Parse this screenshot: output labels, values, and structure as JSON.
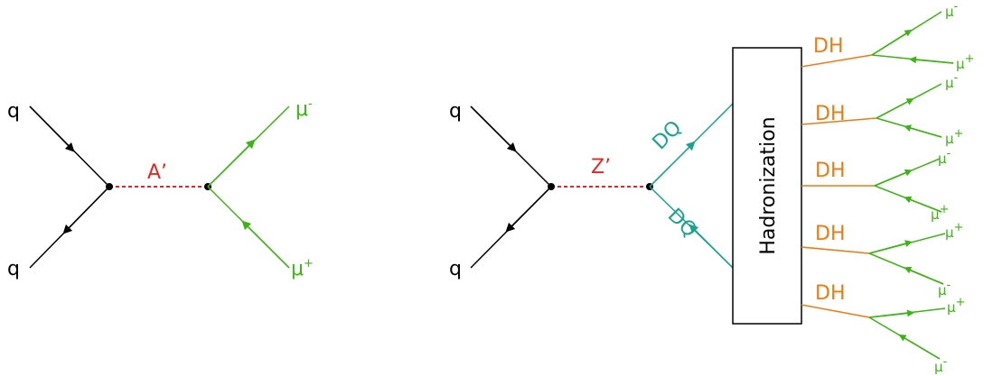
{
  "colors": {
    "quark": "#000000",
    "mediator": "#e8261f",
    "lepton": "#3cb413",
    "dark_quark": "#1aa38f",
    "dark_hadron": "#ee7a12",
    "box_border": "#000000"
  },
  "left_diagram": {
    "quark_top": "q",
    "quark_bottom": "q",
    "mediator": "A’",
    "muon_minus": {
      "base": "μ",
      "sign": "-"
    },
    "muon_plus": {
      "base": "μ",
      "sign": "+"
    }
  },
  "right_diagram": {
    "quark_top": "q",
    "quark_bottom": "q",
    "mediator": "Z’",
    "dark_quark_top": "DQ",
    "dark_quark_bottom": "DQ",
    "box_label": "Hadronization",
    "dark_hadrons": [
      {
        "label": "DH",
        "top": {
          "base": "μ",
          "sign": "-"
        },
        "bottom": {
          "base": "μ",
          "sign": "+"
        }
      },
      {
        "label": "DH",
        "top": {
          "base": "μ",
          "sign": "-"
        },
        "bottom": {
          "base": "μ",
          "sign": "+"
        }
      },
      {
        "label": "DH",
        "top": {
          "base": "μ",
          "sign": "-"
        },
        "bottom": {
          "base": "μ",
          "sign": "+"
        }
      },
      {
        "label": "DH",
        "top": {
          "base": "μ",
          "sign": "+"
        },
        "bottom": {
          "base": "μ",
          "sign": "-"
        }
      },
      {
        "label": "DH",
        "top": {
          "base": "μ",
          "sign": "+"
        },
        "bottom": {
          "base": "μ",
          "sign": "-"
        }
      }
    ]
  }
}
